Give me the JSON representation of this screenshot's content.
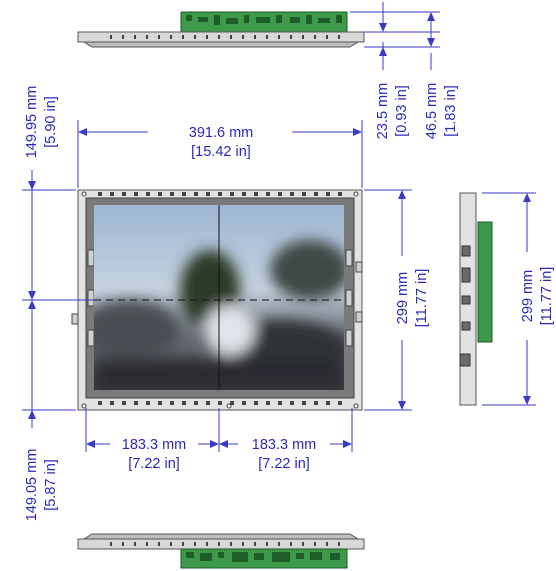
{
  "dimensions": {
    "overall_width": {
      "mm": "391.6 mm",
      "in": "[15.42 in]"
    },
    "left_half_width": {
      "mm": "183.3 mm",
      "in": "[7.22 in]"
    },
    "right_half_width": {
      "mm": "183.3 mm",
      "in": "[7.22 in]"
    },
    "upper_height": {
      "mm": "149.95 mm",
      "in": "[5.90 in]"
    },
    "lower_height": {
      "mm": "149.05 mm",
      "in": "[5.87 in]"
    },
    "screen_height": {
      "mm": "299 mm",
      "in": "[11.77 in]"
    },
    "side_height": {
      "mm": "299 mm",
      "in": "[11.77 in]"
    },
    "top_depth_small": {
      "mm": "23.5 mm",
      "in": "[0.93 in]"
    },
    "top_depth_large": {
      "mm": "46.5 mm",
      "in": "[1.83 in]"
    }
  },
  "colors": {
    "dimension": "#2a2ab8",
    "pcb_green": "#3c9a4a",
    "frame": "#a8a8a8",
    "frame_dark": "#555555"
  }
}
